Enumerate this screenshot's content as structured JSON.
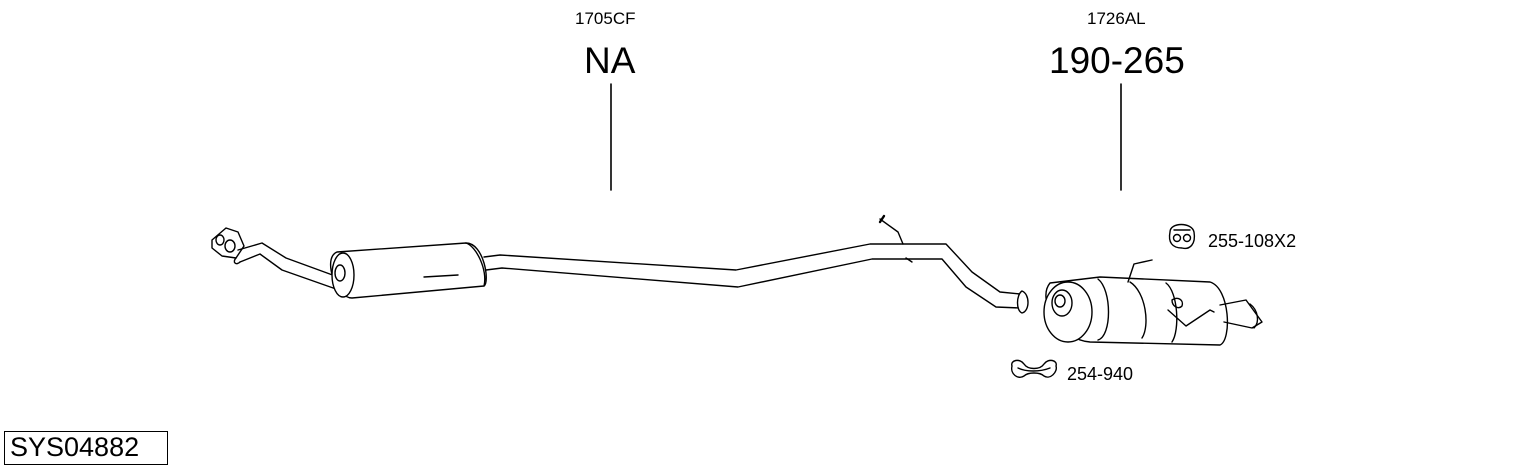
{
  "diagram": {
    "system_code": "SYS04882",
    "sections": [
      {
        "ref": "1705CF",
        "part_number": "NA"
      },
      {
        "ref": "1726AL",
        "part_number": "190-265"
      }
    ],
    "accessories": [
      {
        "part_number": "255-108X2",
        "icon": "rubber-hanger-icon"
      },
      {
        "part_number": "254-940",
        "icon": "pipe-clamp-icon"
      }
    ]
  }
}
